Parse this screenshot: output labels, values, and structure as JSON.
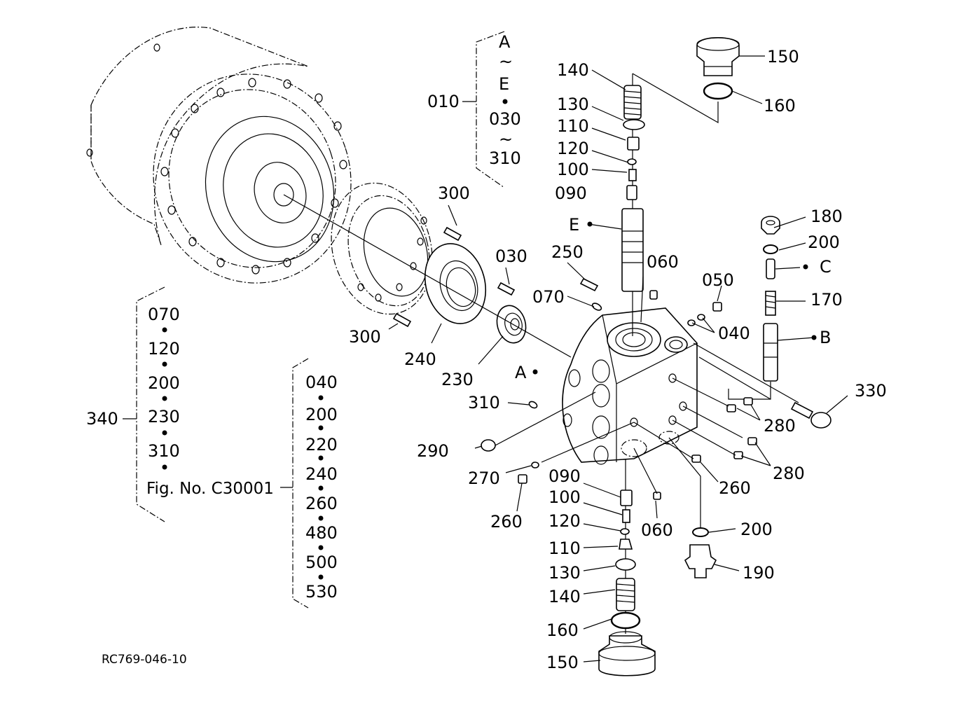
{
  "diagram": {
    "reference_code": "RC769-046-10",
    "callouts": {
      "c010": "010",
      "g010_a": "A",
      "g010_t1": "~",
      "g010_e": "E",
      "g010_030": "030",
      "g010_t2": "~",
      "g010_310": "310",
      "c150_top": "150",
      "c160_top": "160",
      "c140_top": "140",
      "c130_top": "130",
      "c110_top": "110",
      "c120_top": "120",
      "c100_top": "100",
      "c090_top": "090",
      "cE": "E",
      "c180": "180",
      "c200_r": "200",
      "cC": "C",
      "c170": "170",
      "cB": "B",
      "c300_top": "300",
      "c030": "030",
      "c250": "250",
      "c060_top": "060",
      "c050": "050",
      "c070": "070",
      "c040": "040",
      "c300_bot": "300",
      "c240": "240",
      "c230": "230",
      "cA": "A",
      "c330": "330",
      "c310": "310",
      "c280_a": "280",
      "c290": "290",
      "c280_b": "280",
      "c270": "270",
      "c260_r": "260",
      "c260_l": "260",
      "c090_bot": "090",
      "c100_bot": "100",
      "c120_bot": "120",
      "c060_bot": "060",
      "c200_bot": "200",
      "c110_bot": "110",
      "c130_bot": "130",
      "c190": "190",
      "c140_bot": "140",
      "c160_bot": "160",
      "c150_bot": "150",
      "c340": "340"
    },
    "group_340": [
      "070",
      "120",
      "200",
      "230",
      "310"
    ],
    "group_340_fig": "Fig. No. C30001",
    "group_c30001": [
      "040",
      "200",
      "220",
      "240",
      "260",
      "480",
      "500",
      "530"
    ]
  }
}
